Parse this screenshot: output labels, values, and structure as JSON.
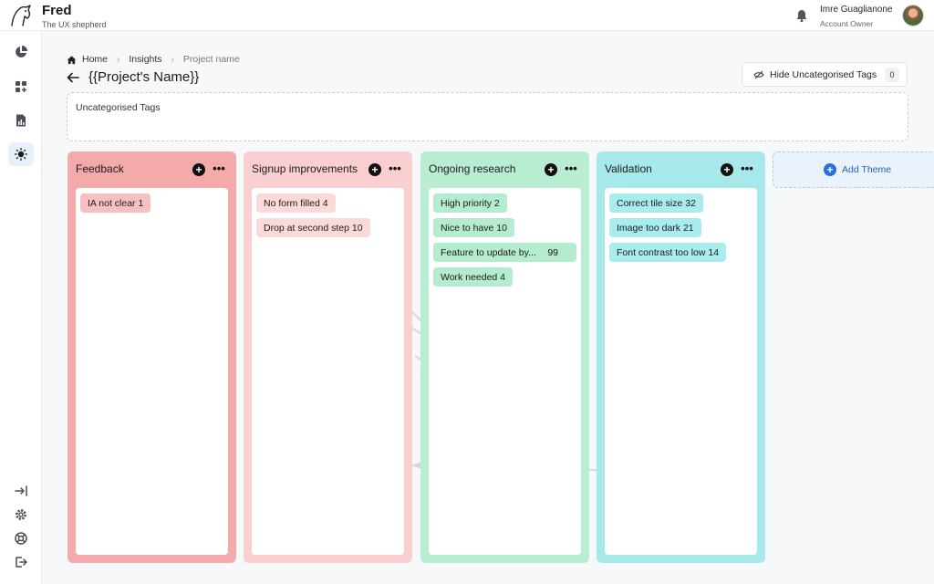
{
  "app": {
    "name": "Fred",
    "tagline": "The UX shepherd"
  },
  "user": {
    "name": "Imre Guaglianone",
    "role": "Account Owner"
  },
  "breadcrumb": {
    "home": "Home",
    "insights": "Insights",
    "current": "Project name"
  },
  "page": {
    "title": "{{Project's Name}}"
  },
  "hide_button": {
    "label": "Hide Uncategorised Tags",
    "count": "0"
  },
  "uncategorised": {
    "label": "Uncategorised Tags"
  },
  "columns": [
    {
      "title": "Feedback",
      "tags": [
        {
          "label": "IA not clear 1"
        }
      ]
    },
    {
      "title": "Signup improvements",
      "tags": [
        {
          "label": "No form filled 4"
        },
        {
          "label": "Drop at second step 10"
        }
      ]
    },
    {
      "title": "Ongoing research",
      "tags": [
        {
          "label": "High priority 2"
        },
        {
          "label": "Nice to have 10"
        },
        {
          "label": "Feature to update by...",
          "count": "99"
        },
        {
          "label": "Work needed 4"
        }
      ]
    },
    {
      "title": "Validation",
      "tags": [
        {
          "label": "Correct tile size 32"
        },
        {
          "label": "Image too dark 21"
        },
        {
          "label": "Font contrast too low 14"
        }
      ]
    }
  ],
  "add_theme": {
    "label": "Add Theme",
    "plus": "+"
  },
  "column_actions": {
    "add": "+",
    "more": "•••"
  },
  "icons": {
    "logo": "shepherd-dog-logo",
    "bell": "bell-icon",
    "nav": [
      "pie-chart-icon",
      "grid-plus-icon",
      "report-icon",
      "bulb-icon"
    ],
    "bottom": [
      "collapse-icon",
      "settings-icon",
      "help-icon",
      "logout-icon"
    ]
  },
  "colors": {
    "feedback": "#f4a9ab",
    "signup": "#f9cfd0",
    "research": "#b8ecd3",
    "validation": "#a7e8ea",
    "accent": "#2a6fdb"
  }
}
